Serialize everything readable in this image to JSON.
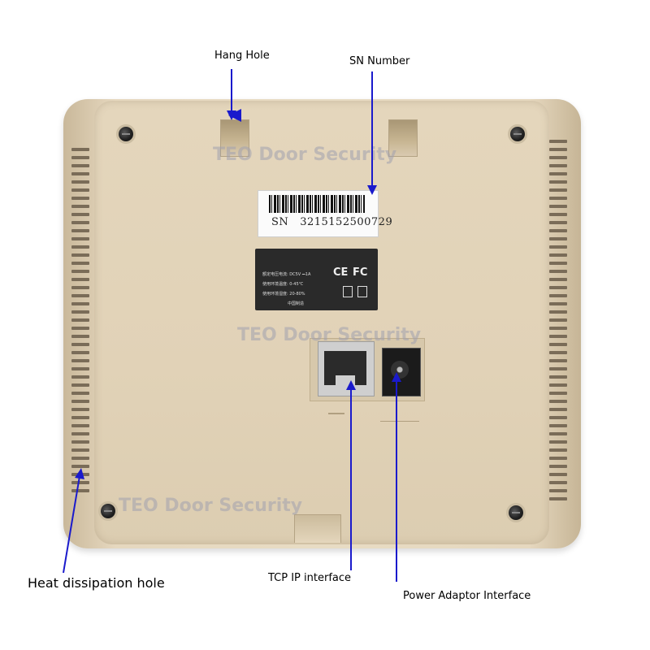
{
  "labels": {
    "hang_hole": "Hang Hole",
    "sn_number": "SN Number",
    "heat_dissipation": "Heat dissipation hole",
    "tcp_ip": "TCP IP interface",
    "power_adaptor": "Power Adaptor Interface"
  },
  "device": {
    "sn_prefix": "SN",
    "sn_value": "3215152500729",
    "rating_lines": [
      "额定电压电流: DC5V ⎓1A",
      "使用环境温度: 0-45℃",
      "使用环境湿度: 20-80%"
    ],
    "made_in": "中国制造",
    "cert_ce": "CE",
    "cert_fc": "FC"
  },
  "watermark": "TEO Door Security",
  "colors": {
    "arrow": "#1a1acc",
    "body": "#e6d8bf"
  }
}
